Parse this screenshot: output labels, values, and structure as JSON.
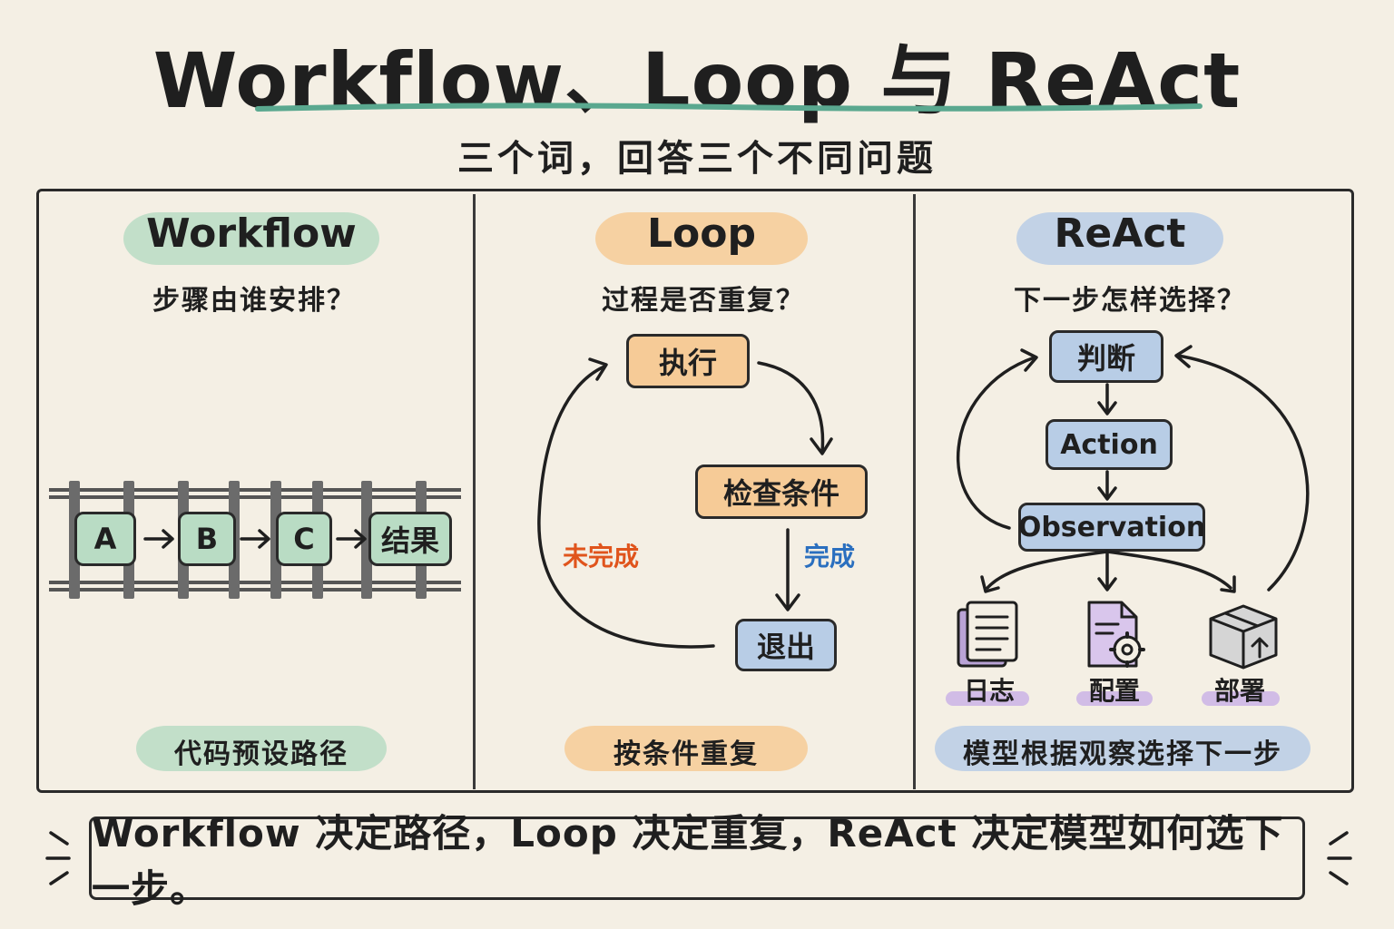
{
  "header": {
    "title": "Workflow、Loop 与 ReAct",
    "subtitle": "三个词，回答三个不同问题"
  },
  "workflow": {
    "heading": "Workflow",
    "question": "步骤由谁安排？",
    "steps": [
      "A",
      "B",
      "C",
      "结果"
    ],
    "summary": "代码预设路径"
  },
  "loop": {
    "heading": "Loop",
    "question": "过程是否重复？",
    "execute": "执行",
    "check": "检查条件",
    "exit": "退出",
    "not_done": "未完成",
    "done": "完成",
    "summary": "按条件重复"
  },
  "react": {
    "heading": "ReAct",
    "question": "下一步怎样选择？",
    "judge": "判断",
    "action": "Action",
    "observation": "Observation",
    "outputs": [
      {
        "label": "日志",
        "icon": "log-document-icon"
      },
      {
        "label": "配置",
        "icon": "config-file-gear-icon"
      },
      {
        "label": "部署",
        "icon": "deploy-box-icon"
      }
    ],
    "summary": "模型根据观察选择下一步"
  },
  "footer": {
    "text": "Workflow 决定路径，Loop 决定重复，ReAct 决定模型如何选下一步。"
  },
  "colors": {
    "background": "#f4efe4",
    "green": "#b9dcc4",
    "orange": "#f6cb97",
    "blue": "#b8cde6",
    "purple": "#cdb6e6",
    "red_label": "#e0541c",
    "blue_label": "#2a6fbf",
    "underline": "#5aa88f"
  }
}
